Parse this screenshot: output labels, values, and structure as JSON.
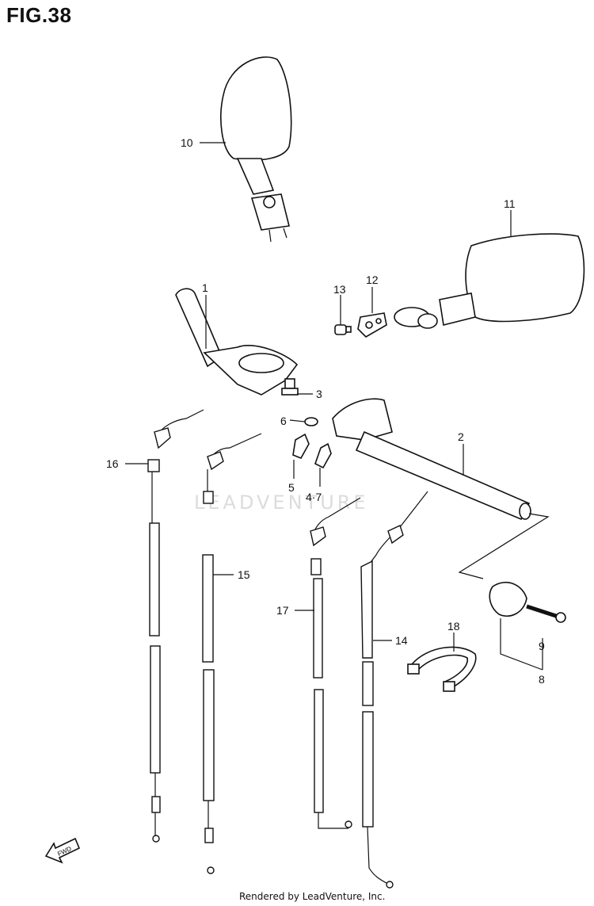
{
  "title": "FIG.38",
  "watermark": "LEADVENTURE",
  "footer": "Rendered by LeadVenture, Inc.",
  "fwd_label": "FWD",
  "callouts": {
    "p1": "1",
    "p2": "2",
    "p3": "3",
    "p47": "4·7",
    "p5": "5",
    "p6": "6",
    "p8": "8",
    "p9": "9",
    "p10": "10",
    "p11": "11",
    "p12": "12",
    "p13": "13",
    "p14": "14",
    "p15": "15",
    "p16": "16",
    "p17": "17",
    "p18": "18"
  }
}
